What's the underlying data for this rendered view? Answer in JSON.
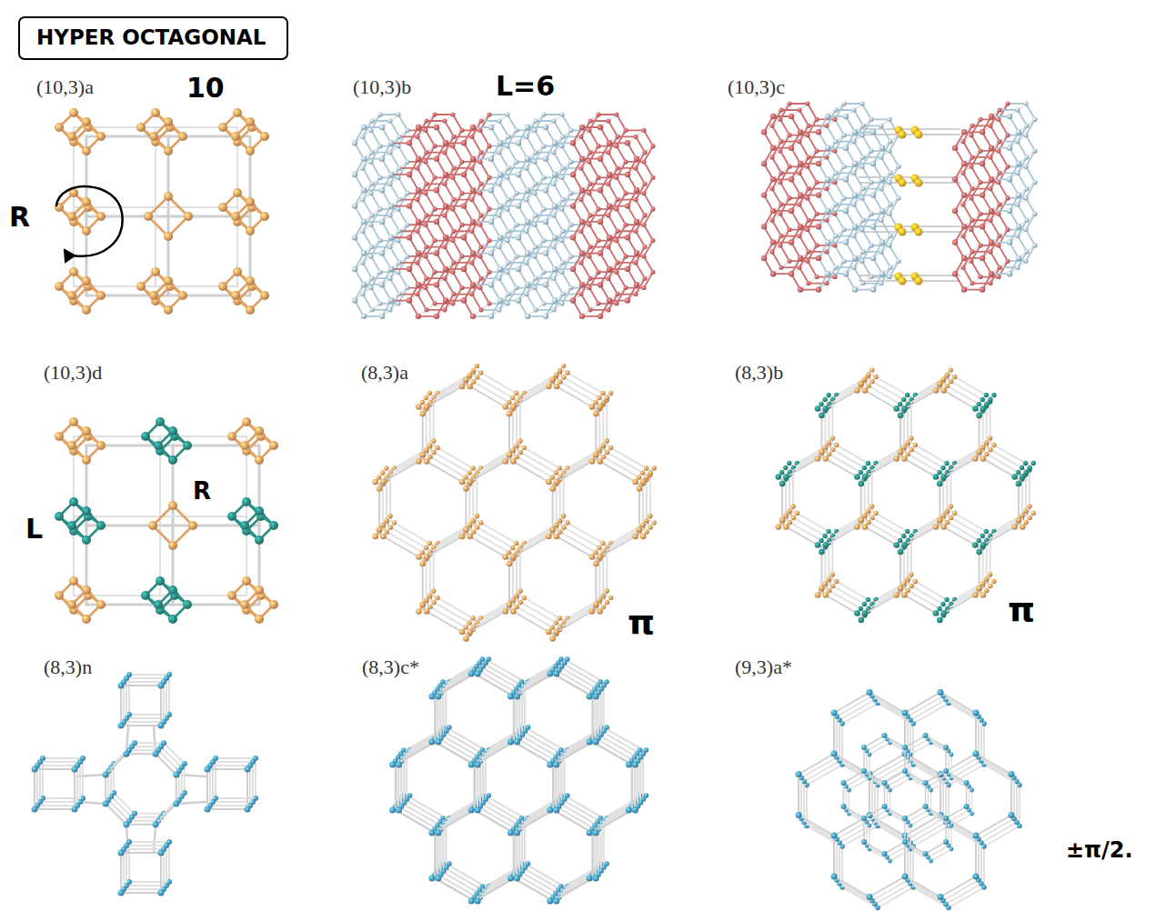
{
  "diagram": {
    "nodes": [
      {
        "text": [
          "HYPER OCTAGONAL"
        ]
      }
    ],
    "labels": [
      "(10,3)a",
      "10",
      "(10,3)b",
      "L=6",
      "(10,3)c",
      "R",
      "(10,3)d",
      "(8,3)a",
      "(8,3)b",
      "R",
      "L",
      "π",
      "π",
      "(8,3)n",
      "(8,3)c*",
      "(9,3)a*",
      "±π/2."
    ]
  }
}
